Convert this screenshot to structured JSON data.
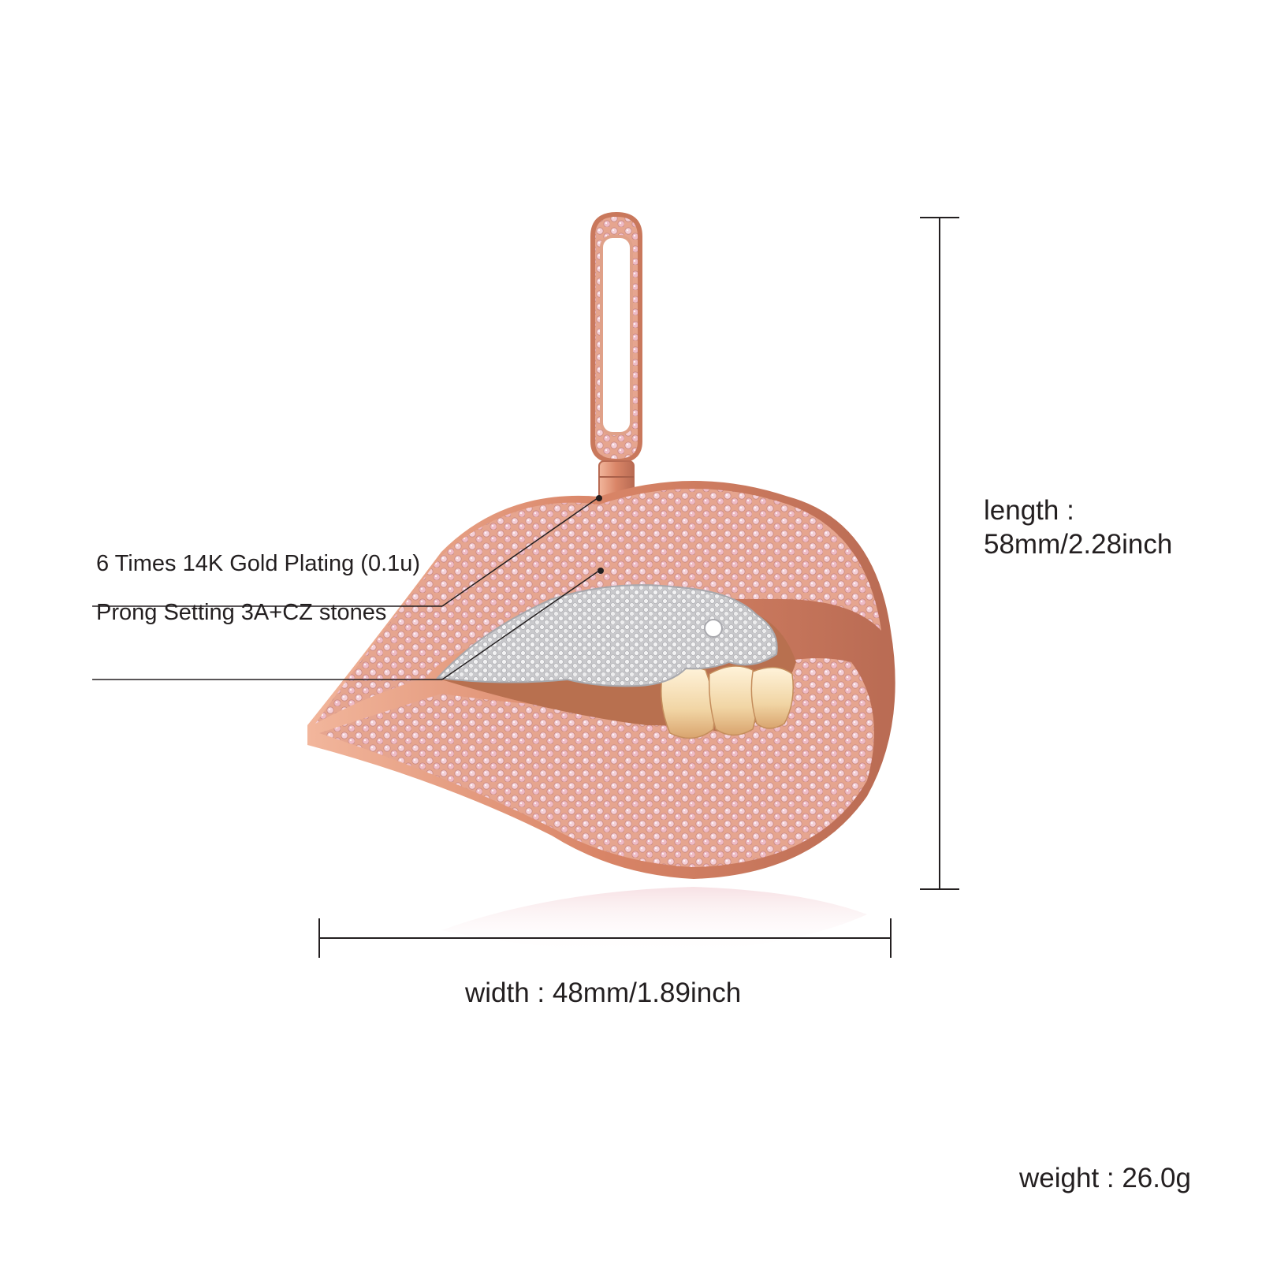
{
  "product": {
    "name": "lips-pendant",
    "colors": {
      "background": "#ffffff",
      "metal_rose_gold": "#e8a58a",
      "metal_dark": "#c9785c",
      "stone_pink": "#f2c6cf",
      "stone_pink_dark": "#d8909c",
      "stone_white": "#eeeeef",
      "teeth_gold": "#f1d6a8",
      "text": "#231f20",
      "line": "#231f20"
    }
  },
  "callouts": {
    "plating": "6 Times 14K Gold Plating (0.1u)",
    "setting": "Prong Setting 3A+CZ stones"
  },
  "dimensions": {
    "length_label": "length :",
    "length_value": "58mm/2.28inch",
    "width": "width : 48mm/1.89inch",
    "weight": "weight : 26.0g"
  }
}
